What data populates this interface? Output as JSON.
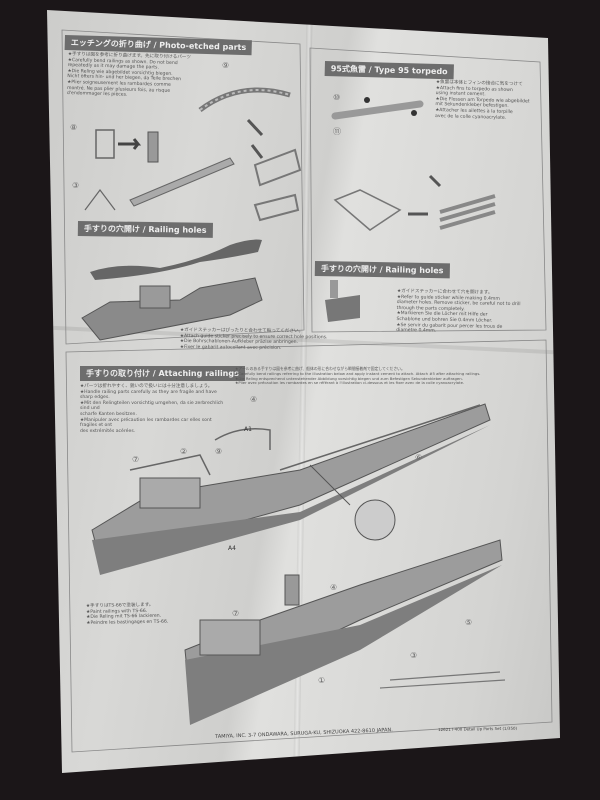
{
  "sections": {
    "photo_etched": {
      "title": "エッチングの折り曲げ / Photo-etched parts",
      "notes": [
        "★手すりは図を参考に折り曲げます。先に取り付けるパーツ",
        "★Carefully bend railings as shown. Do not bend",
        "repeatedly as it may damage the parts.",
        "★Die Reling wie abgebildet vorsichtig biegen.",
        "Nicht öfters hin- und her biegen, da Teile brechen",
        "★Plier soigneusement les rambardes comme",
        "montré. Ne pas plier plusieurs fois, au risque",
        "d'endommager les pièces."
      ]
    },
    "torpedo": {
      "title": "95式魚雷 / Type 95 torpedo",
      "notes": [
        "★魚雷は本体とフィンの接合に気をつけて",
        "★Attach fins to torpedo as shown",
        "using instant cement.",
        "★Die Flossen am Torpedo wie abgebildet",
        "mit Sekundenkleber befestigen.",
        "★Attacher les ailettes à la torpille",
        "avec de la colle cyanoacrylate."
      ]
    },
    "railing_holes": {
      "title": "手すりの穴開け / Railing holes",
      "notes": [
        "★ガイドステッカーはぴったりと合わせて貼ってください。",
        "★Attach guide sticker precisely to ensure correct hole positions.",
        "★Die Bohrschablonen-Aufkleber präzise anbringen.",
        "★Fixer le gabarit autocollant avec précision."
      ]
    },
    "railing_holes_2": {
      "title": "手すりの穴開け / Railing holes",
      "notes": [
        "★ガイドステッカーに合わせて穴を開けます。",
        "★Refer to guide sticker while making 0.4mm",
        "diameter holes. Remove sticker, be careful not to drill",
        "through the parts completely.",
        "★Markieren Sie die Löcher mit Hilfe der",
        "Schablone und bohren Sie 0.4mm Löcher.",
        "★Se servir du gabarit pour percer les trous de",
        "diamètre 0,4mm."
      ]
    },
    "attaching": {
      "title": "手すりの取り付け / Attaching railings",
      "notes_left": [
        "★パーツは折れやすく、鋭いので扱いには十分注意しましょう。",
        "★Handle railing parts carefully as they are fragile and have sharp edges.",
        "★Mit den Relingteilen vorsichtig umgehen, da sie zerbrechlich sind und",
        "scharfe Kanten besitzen.",
        "★Manipuler avec précaution les rambardes car elles sont fragiles et ont",
        "des extrémités acérées."
      ],
      "notes_right": [
        "★アールのある手すりは図を参考に曲げ、船体の形に合わせながら瞬間接着剤で固定してください。",
        "★Carefully bend railings referring to the illustration below and apply instant cement to attach. Attach #5 after attaching railings.",
        "★Die Reling entsprechend untenstehender Abbildung vorsichtig biegen und zum Befestigen Sekundenkleber auftragen.",
        "★Plier avec précaution les rambardes en se référant à l'illustration ci-dessous et les fixer avec de la colle cyanoacrylate."
      ],
      "paint_notes": [
        "★手すりはTS-66で塗装します。",
        "★Paint railings with TS-66.",
        "★Die Reling mit TS-66 lackieren.",
        "★Peindre les bastingages en TS-66."
      ],
      "labels": [
        "A1",
        "A4"
      ]
    }
  },
  "step_numbers": [
    "9",
    "8",
    "3",
    "10",
    "11",
    "6",
    "4",
    "2",
    "7",
    "5",
    "1"
  ],
  "footer": {
    "address": "TAMIYA, INC. 3-7 ONDAWARA, SURUGA-KU, SHIZUOKA 422-8610 JAPAN.",
    "product": "12621 I-400 Detail Up Parts Set (1/350)"
  },
  "colors": {
    "background": "#1b1618",
    "paper": "#d6d6d4",
    "header": "#6d6d6d"
  }
}
